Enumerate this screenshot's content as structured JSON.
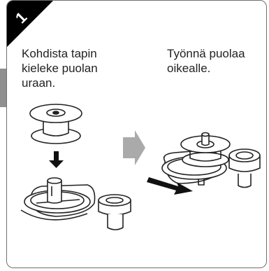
{
  "step": {
    "number": "1",
    "badge_color": "#000000",
    "instruction_left": "Kohdista tapin kieleke puolan uraan.",
    "instruction_right": "Työnnä puolaa oikealle."
  },
  "icons": {
    "down_arrow": "down-arrow-icon",
    "next_arrow": "right-chevron-arrow-icon",
    "push_arrow": "push-right-arrow-icon"
  },
  "colors": {
    "border": "#6f6f6f",
    "next_arrow": "#aaaaaa",
    "line": "#222222"
  }
}
